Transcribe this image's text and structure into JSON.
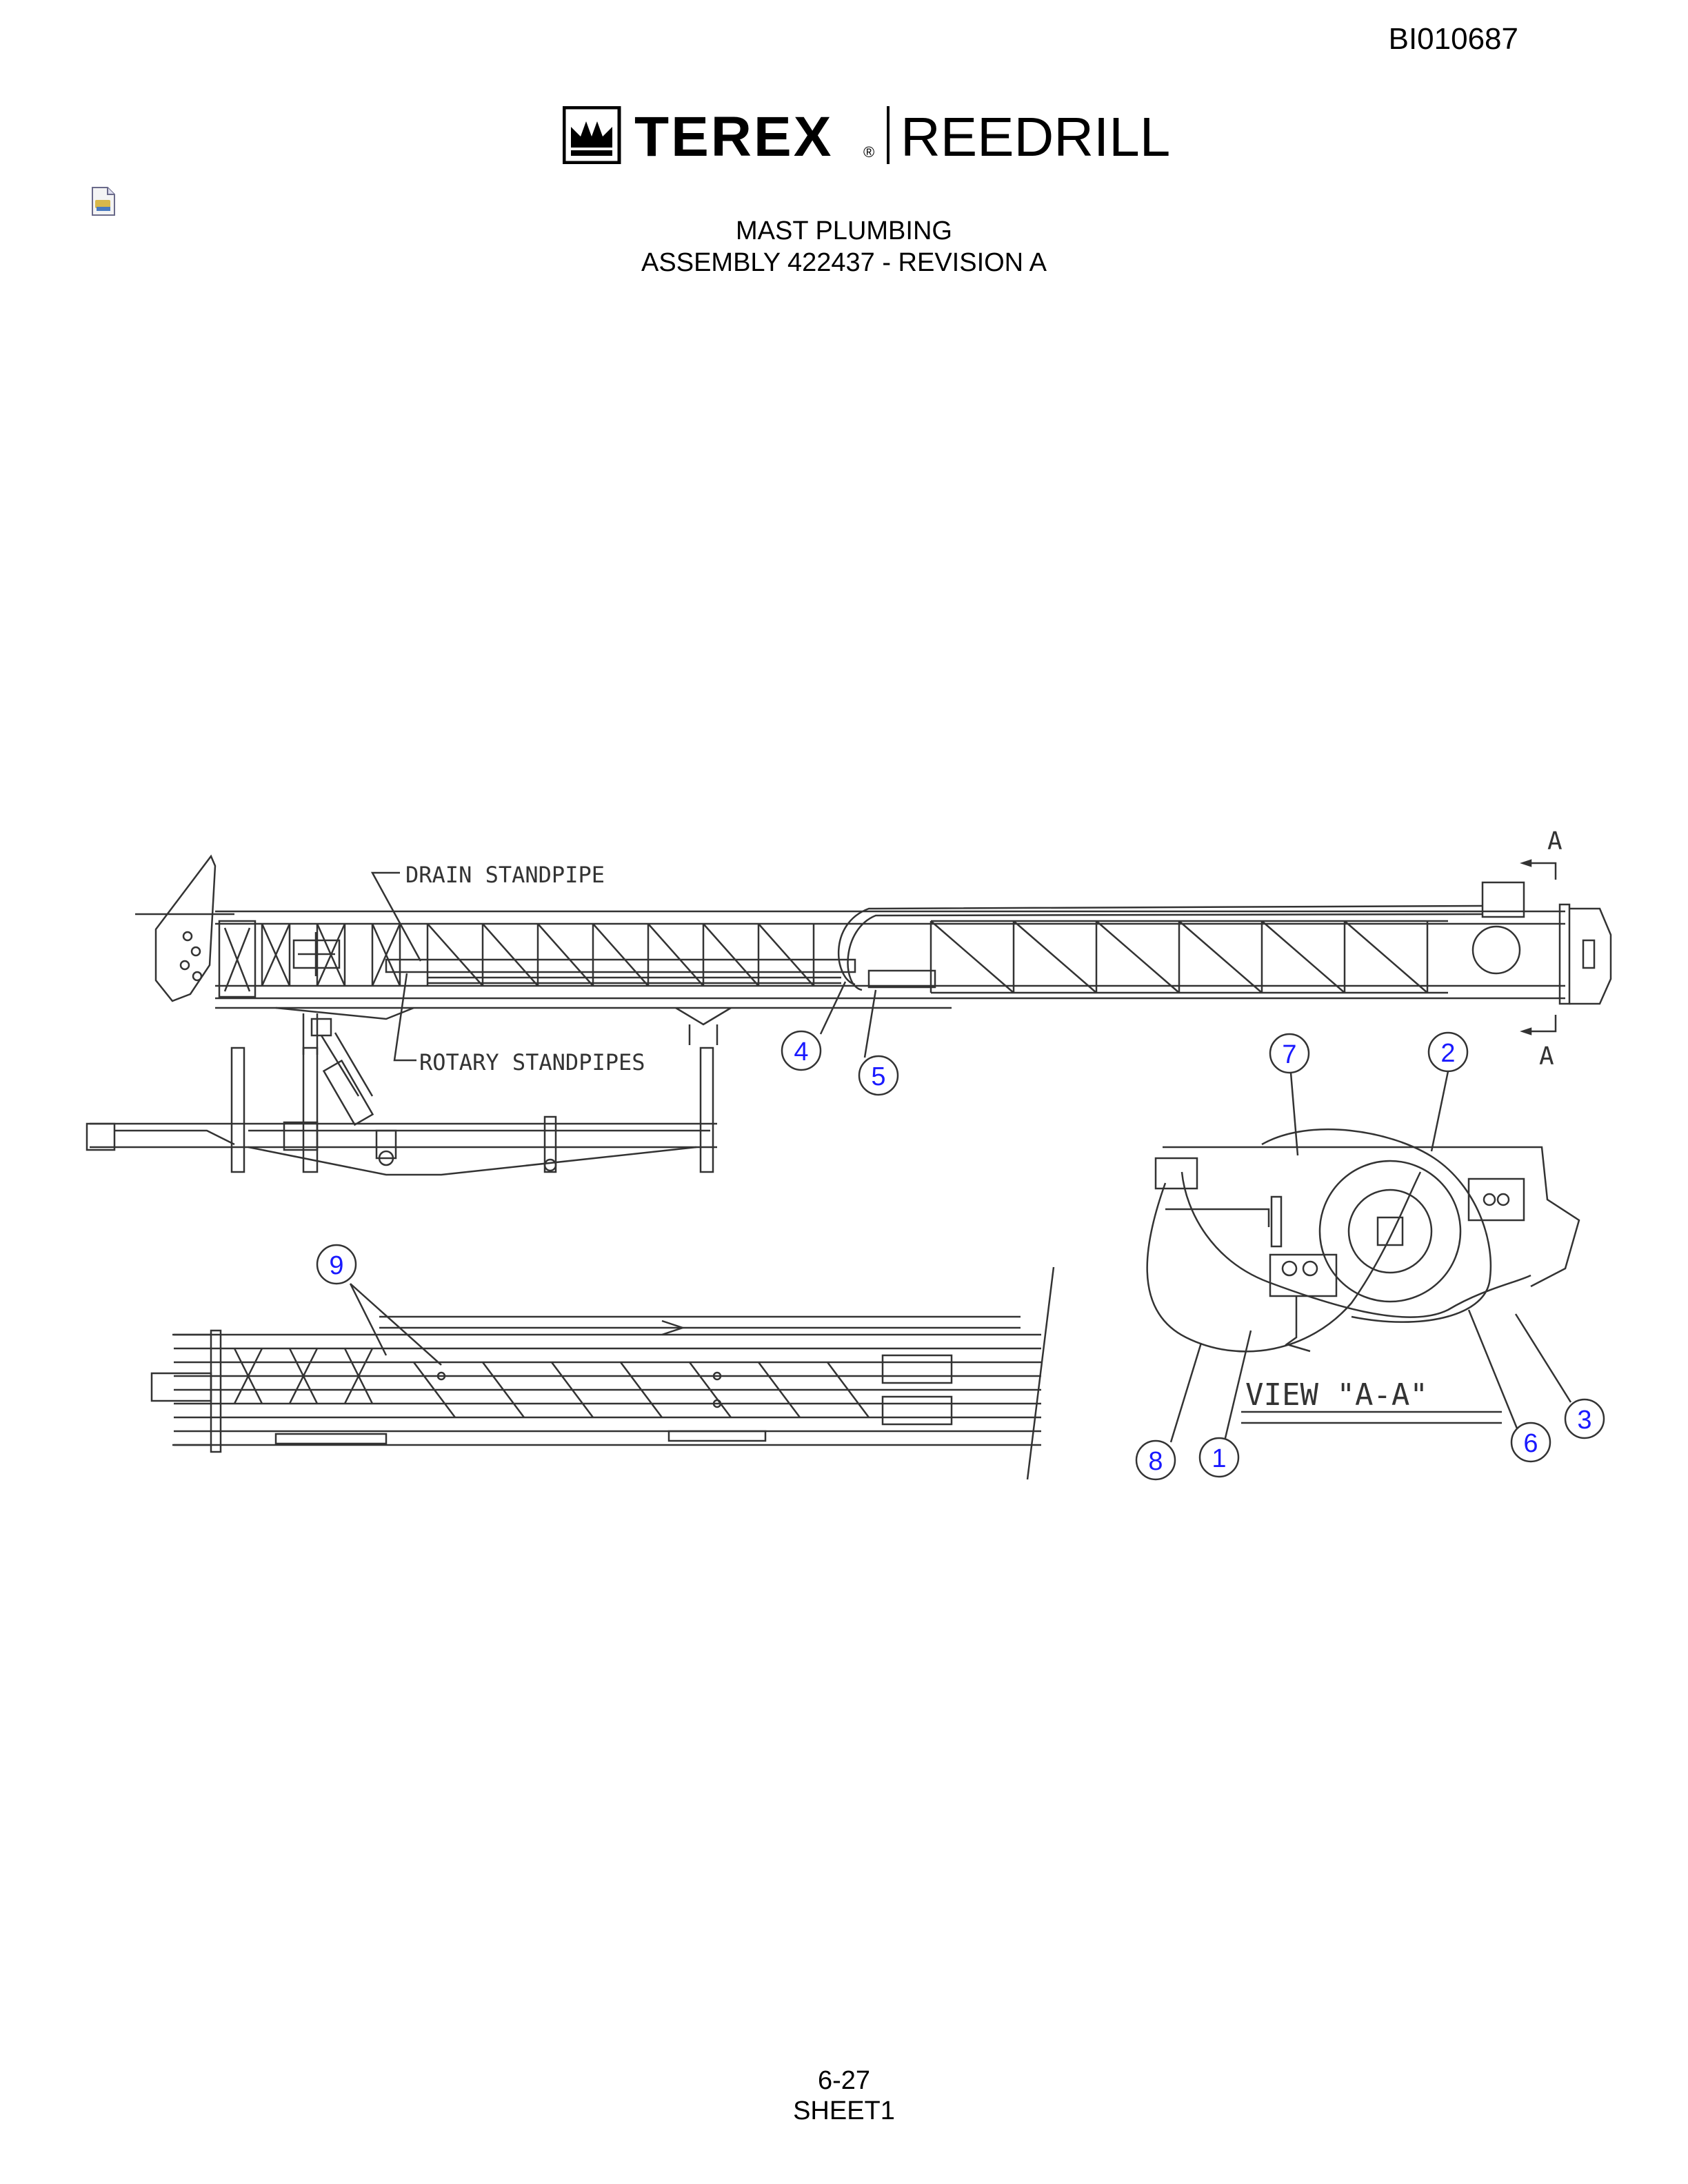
{
  "document": {
    "id": "BI010687",
    "brand": {
      "primary": "TEREX",
      "registered": "®",
      "secondary": "REEDRILL"
    },
    "title_line1": "MAST PLUMBING",
    "title_line2": "ASSEMBLY 422437 - REVISION A",
    "page_number": "6-27",
    "sheet": "SHEET1"
  },
  "drawing": {
    "labels": {
      "drain_standpipe": "DRAIN STANDPIPE",
      "rotary_standpipes": "ROTARY STANDPIPES",
      "view": "VIEW   \"A-A\"",
      "section_letter": "A"
    },
    "callouts": [
      "1",
      "2",
      "3",
      "4",
      "5",
      "6",
      "7",
      "8",
      "9"
    ],
    "line_color": "#333333",
    "callout_color": "#1a1aff"
  }
}
